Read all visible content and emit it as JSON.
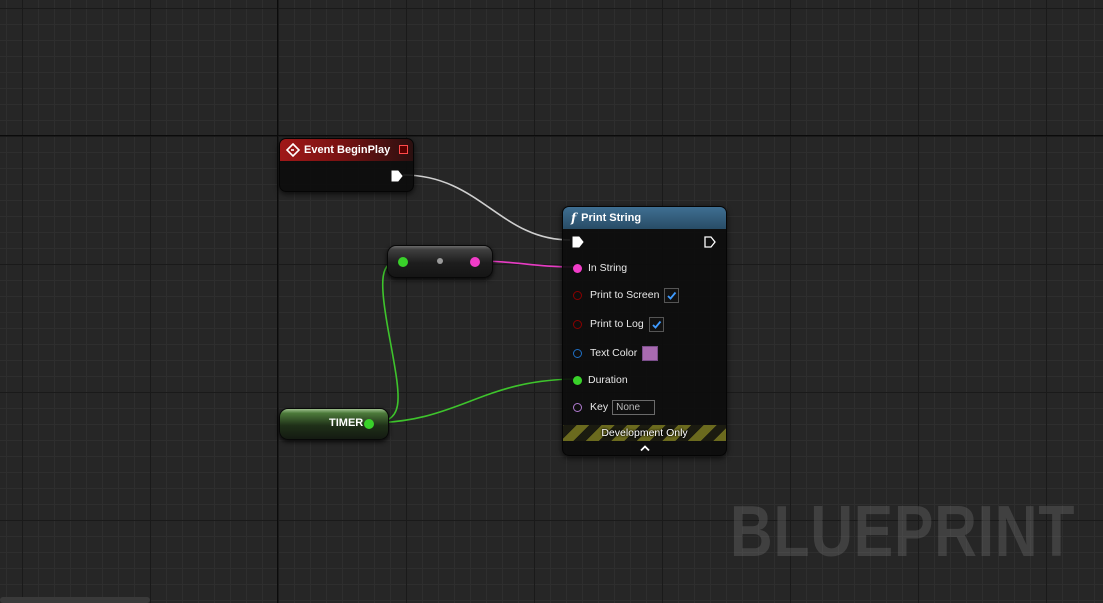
{
  "canvas": {
    "watermark": "BLUEPRINT"
  },
  "nodes": {
    "event_begin_play": {
      "title": "Event BeginPlay",
      "header_color": "#a01818"
    },
    "reroute": {},
    "timer": {
      "label": "TIMER",
      "pin_color": "#39d12a"
    },
    "print_string": {
      "title": "Print String",
      "function_symbol": "f",
      "header_color": "#3f6f92",
      "pins": {
        "in_string": "In String",
        "print_to_screen": "Print to Screen",
        "print_to_log": "Print to Log",
        "text_color": "Text Color",
        "duration": "Duration",
        "key": "Key"
      },
      "values": {
        "print_to_screen_checked": true,
        "print_to_log_checked": true,
        "text_color_swatch": "#a86ab0",
        "key_value": "None"
      },
      "footer": "Development Only",
      "collapse_icon": "chevron-up-icon"
    }
  },
  "colors": {
    "exec_wire": "#d0d0d0",
    "string_pin": "#f03cc8",
    "float_pin": "#39d12a",
    "bool_pin": "#8a0000",
    "struct_pin": "#1f6fc4",
    "name_pin": "#b07ad0"
  }
}
